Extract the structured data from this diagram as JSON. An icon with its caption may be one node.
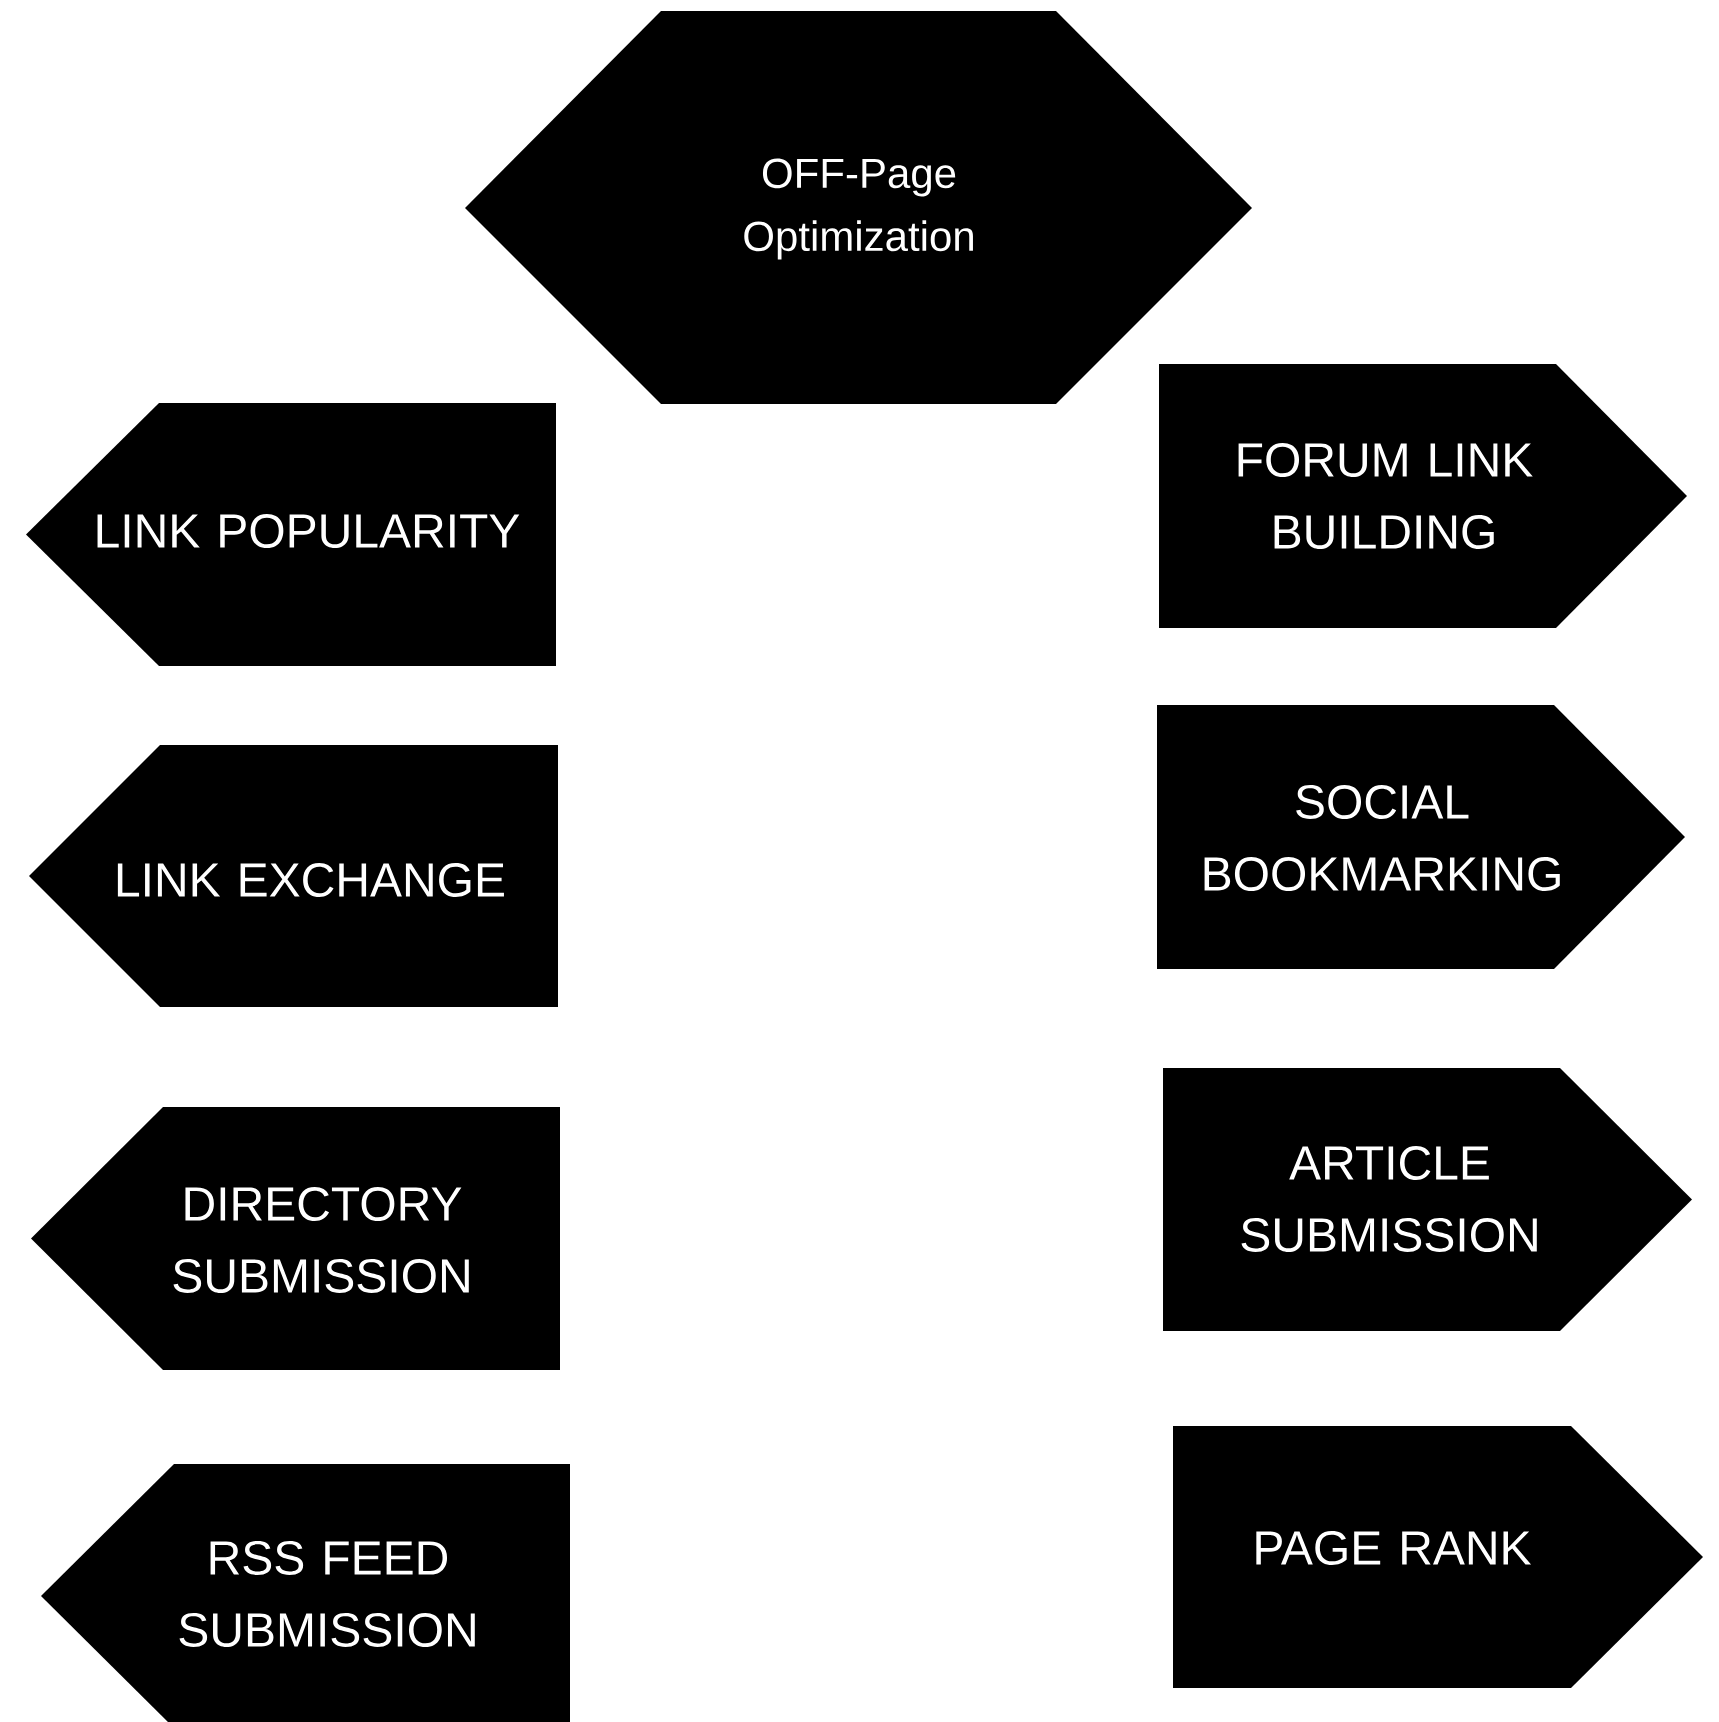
{
  "diagram": {
    "nodes": [
      {
        "text": [
          "OFF-Page Optimization"
        ]
      },
      {
        "text": [
          "LINK POPULARITY"
        ]
      },
      {
        "text": [
          "LINK EXCHANGE"
        ]
      },
      {
        "text": [
          "DIRECTORY SUBMISSION"
        ]
      },
      {
        "text": [
          "RSS FEED SUBMISSION"
        ]
      },
      {
        "text": [
          "FORUM LINK BUILDING"
        ]
      },
      {
        "text": [
          "SOCIAL BOOKMARKING"
        ]
      },
      {
        "text": [
          "ARTICLE SUBMISSION"
        ]
      },
      {
        "text": [
          "PAGE RANK"
        ]
      }
    ]
  }
}
